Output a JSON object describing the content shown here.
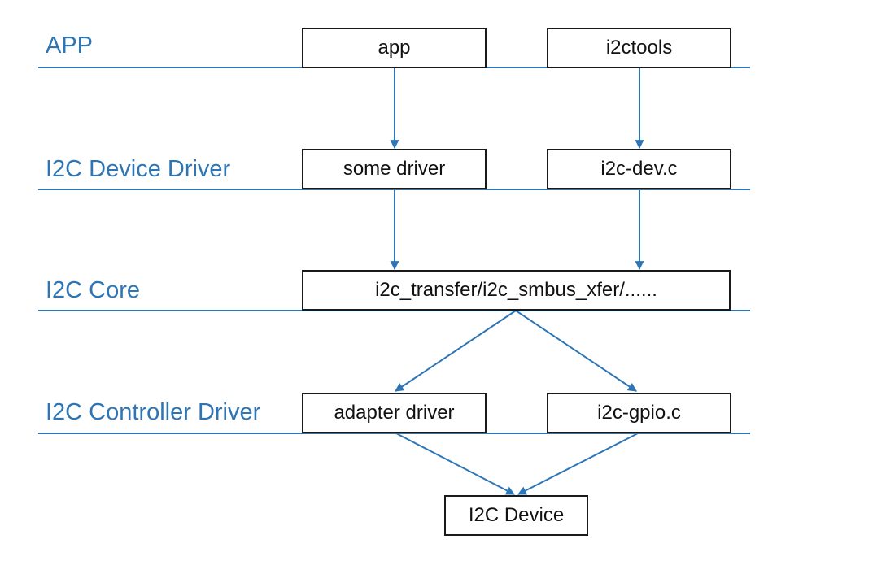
{
  "colors": {
    "layer_text": "#2e75b6",
    "line": "#2e75b6",
    "box_border": "#1a1a1a"
  },
  "layers": {
    "app": "APP",
    "device_driver": "I2C Device Driver",
    "core": "I2C Core",
    "controller_driver": "I2C Controller Driver"
  },
  "boxes": {
    "app": "app",
    "i2ctools": "i2ctools",
    "some_driver": "some driver",
    "i2c_dev": "i2c-dev.c",
    "core_funcs": "i2c_transfer/i2c_smbus_xfer/......",
    "adapter_driver": "adapter driver",
    "i2c_gpio": "i2c-gpio.c",
    "i2c_device": "I2C Device"
  }
}
